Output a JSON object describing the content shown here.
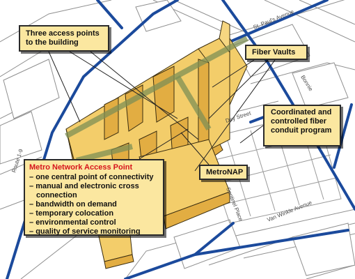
{
  "callouts": {
    "access_points": "Three access points to the building",
    "fiber_vaults": "Fiber Vaults",
    "fiber_program": "Coordinated and controlled fiber conduit program",
    "metronap": "MetroNAP",
    "man": {
      "title": "Metro Network Access Point",
      "items": [
        "one central point of connectivity",
        "manual and electronic cross connection",
        "bandwidth on demand",
        "temporary colocation",
        "environmental control",
        "quality of service monitoring"
      ]
    }
  },
  "streets": {
    "st_pauls": "St. Paul's Avenue",
    "route_1_9": "Route 1-9",
    "dey": "Dey Street",
    "van_winkle": "Van Winkle Avenue",
    "sentinel": "Sentinel Place",
    "bonnie": "Bonnie"
  },
  "colors": {
    "conduit": "#1b4a9c",
    "building": "#f3cd6a",
    "building_side": "#e2ad42",
    "callout_bg": "#fbe7a0",
    "title_red": "#d6141c"
  }
}
